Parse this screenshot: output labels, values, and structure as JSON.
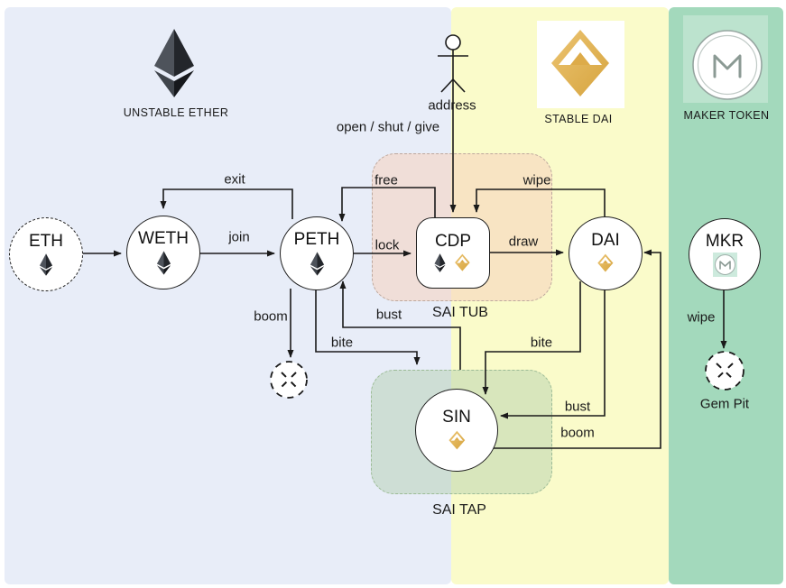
{
  "lanes": {
    "unstable_ether": {
      "header": "UNSTABLE ETHER",
      "color": "#e8edf8"
    },
    "stable_dai": {
      "header": "STABLE DAI",
      "color": "#fafbca"
    },
    "maker_token": {
      "header": "MAKER TOKEN",
      "color": "#a3d9bc"
    }
  },
  "nodes": {
    "eth": "ETH",
    "weth": "WETH",
    "peth": "PETH",
    "cdp": "CDP",
    "dai": "DAI",
    "sin": "SIN",
    "mkr": "MKR",
    "gem_pit": "Gem Pit"
  },
  "groups": {
    "sai_tub": "SAI TUB",
    "sai_tap": "SAI TAP"
  },
  "edges": {
    "exit": "exit",
    "join": "join",
    "free": "free",
    "lock": "lock",
    "draw": "draw",
    "wipe_dai_cdp": "wipe",
    "address": "address",
    "open_shut_give": "open / shut / give",
    "boom_peth": "boom",
    "bite_peth": "bite",
    "bust_peth": "bust",
    "bite_dai": "bite",
    "bust_sin": "bust",
    "boom_sin": "boom",
    "wipe_mkr": "wipe"
  },
  "icons": {
    "ethereum_logo": "ethereum-diamond-icon",
    "dai_logo": "gold-diamond-dai-icon",
    "maker_logo": "maker-m-circle-icon",
    "actor": "stick-figure-actor-icon",
    "burn": "dashed-x-burn-icon"
  },
  "colors": {
    "line": "#1a1a1a",
    "dai_gold": "#ddab49",
    "sai_tub_fill": "#f6d2be",
    "sai_tap_fill": "#b0cdaa",
    "node_fill": "#ffffff"
  }
}
